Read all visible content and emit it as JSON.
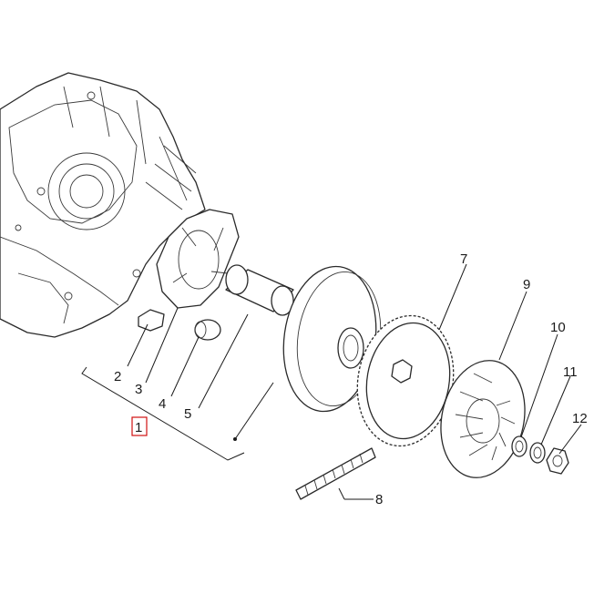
{
  "diagram": {
    "callouts": [
      {
        "id": "1",
        "label": "1",
        "boxed": true,
        "box_color": "#d01010"
      },
      {
        "id": "2",
        "label": "2"
      },
      {
        "id": "3",
        "label": "3"
      },
      {
        "id": "4",
        "label": "4"
      },
      {
        "id": "5",
        "label": "5"
      },
      {
        "id": "7",
        "label": "7"
      },
      {
        "id": "8",
        "label": "8"
      },
      {
        "id": "9",
        "label": "9"
      },
      {
        "id": "10",
        "label": "10"
      },
      {
        "id": "11",
        "label": "11"
      },
      {
        "id": "12",
        "label": "12"
      }
    ],
    "colors": {
      "line": "#1a1a1a",
      "background": "#ffffff",
      "highlight_box": "#d01010"
    }
  }
}
